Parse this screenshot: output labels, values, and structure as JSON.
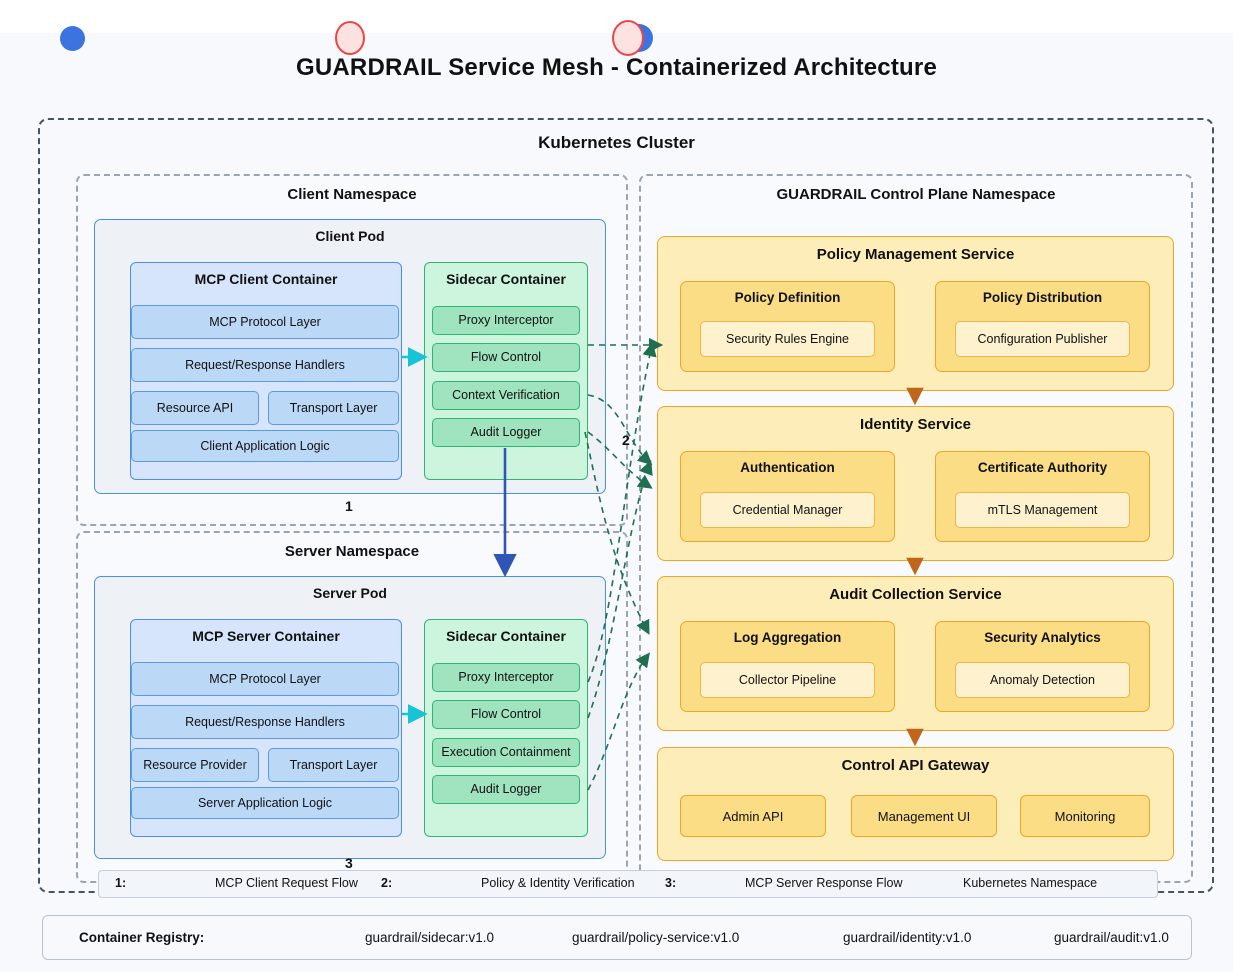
{
  "title": "GUARDRAIL Service Mesh - Containerized Architecture",
  "cluster": {
    "title": "Kubernetes Cluster"
  },
  "colors": {
    "accent_blue": "#3b74e0",
    "pink_circle": "#fde2e2",
    "pink_circle_border": "#ef4444",
    "container_blue_fill": "#d6e5fb",
    "container_blue_border": "#4a90e8",
    "sidecar_green_fill": "#cdf5de",
    "sidecar_green_border": "#2bb673",
    "service_yellow_fill": "#fdeeb9",
    "service_yellow_border": "#eea529",
    "flow_green_dashed": "#1f6f51",
    "flow_blue_solid": "#2f56b5",
    "flow_cyan": "#17c3d6",
    "flow_orange": "#c0651a",
    "cluster_border": "#44546a",
    "namespace_border": "#9aa5b1"
  },
  "decorations": [
    {
      "name": "blue-dot-left",
      "shape": "circle",
      "fill": "#3b74e0"
    },
    {
      "name": "pink-circle-center",
      "shape": "circle",
      "fill": "#fde2e2"
    },
    {
      "name": "pink-circle-right",
      "shape": "circle",
      "fill": "#fde2e2"
    },
    {
      "name": "blue-dot-right",
      "shape": "circle",
      "fill": "#3b74e0"
    }
  ],
  "client_namespace": {
    "title": "Client Namespace",
    "flow_number": "1",
    "pod": {
      "title": "Client Pod",
      "mcp_container": {
        "title": "MCP Client Container",
        "items": [
          "MCP Protocol Layer",
          "Request/Response Handlers",
          "Resource API",
          "Transport Layer",
          "Client Application Logic"
        ]
      },
      "sidecar": {
        "title": "Sidecar Container",
        "items": [
          "Proxy Interceptor",
          "Flow Control",
          "Context Verification",
          "Audit Logger"
        ]
      }
    }
  },
  "server_namespace": {
    "title": "Server Namespace",
    "flow_number": "3",
    "pod": {
      "title": "Server Pod",
      "mcp_container": {
        "title": "MCP Server Container",
        "items": [
          "MCP Protocol Layer",
          "Request/Response Handlers",
          "Resource Provider",
          "Transport Layer",
          "Server Application Logic"
        ]
      },
      "sidecar": {
        "title": "Sidecar Container",
        "items": [
          "Proxy Interceptor",
          "Flow Control",
          "Execution Containment",
          "Audit Logger"
        ]
      }
    }
  },
  "middle_flow_number": "2",
  "control_plane": {
    "title": "GUARDRAIL Control Plane Namespace",
    "services": [
      {
        "title": "Policy Management Service",
        "subsystems": [
          {
            "title": "Policy Definition",
            "leaf": "Security Rules Engine"
          },
          {
            "title": "Policy Distribution",
            "leaf": "Configuration Publisher"
          }
        ]
      },
      {
        "title": "Identity Service",
        "subsystems": [
          {
            "title": "Authentication",
            "leaf": "Credential Manager"
          },
          {
            "title": "Certificate Authority",
            "leaf": "mTLS Management"
          }
        ]
      },
      {
        "title": "Audit Collection Service",
        "subsystems": [
          {
            "title": "Log Aggregation",
            "leaf": "Collector Pipeline"
          },
          {
            "title": "Security Analytics",
            "leaf": "Anomaly Detection"
          }
        ]
      }
    ],
    "gateway": {
      "title": "Control API Gateway",
      "items": [
        "Admin API",
        "Management UI",
        "Monitoring"
      ]
    }
  },
  "legend": {
    "items": [
      {
        "key": "1:",
        "label": "MCP Client Request Flow"
      },
      {
        "key": "2:",
        "label": "Policy & Identity Verification"
      },
      {
        "key": "3:",
        "label": "MCP Server Response Flow"
      }
    ],
    "namespace_label": "Kubernetes Namespace"
  },
  "registry": {
    "label": "Container Registry:",
    "images": [
      "guardrail/sidecar:v1.0",
      "guardrail/policy-service:v1.0",
      "guardrail/identity:v1.0",
      "guardrail/audit:v1.0"
    ]
  }
}
